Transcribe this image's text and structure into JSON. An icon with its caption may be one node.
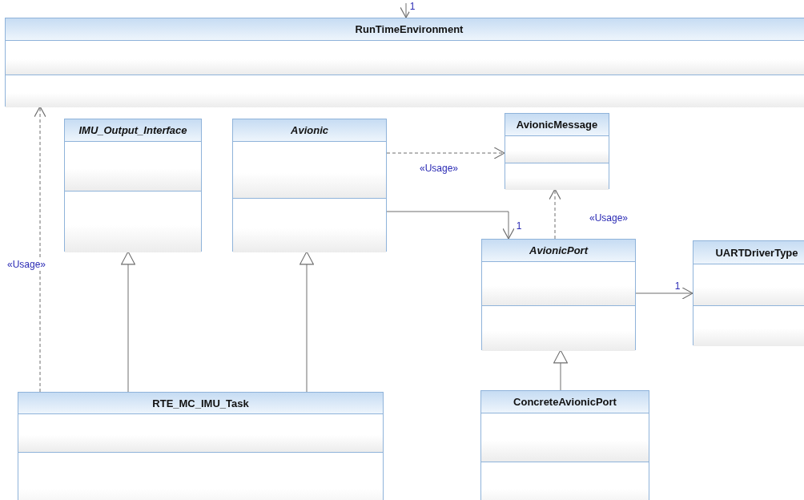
{
  "diagram": {
    "nodes": [
      {
        "text": [
          "RunTimeEnvironment"
        ]
      },
      {
        "text": [
          "IMU_Output_Interface"
        ]
      },
      {
        "text": [
          "Avionic"
        ]
      },
      {
        "text": [
          "AvionicMessage"
        ]
      },
      {
        "text": [
          "AvionicPort"
        ]
      },
      {
        "text": [
          "UARTDriverType"
        ]
      },
      {
        "text": [
          "RTE_MC_IMU_Task"
        ]
      },
      {
        "text": [
          "ConcreteAvionicPort"
        ]
      }
    ],
    "edges": [
      {
        "from": null,
        "to": 0,
        "arrow": "to",
        "label": "1"
      },
      {
        "from": 6,
        "to": 0,
        "arrow": "to",
        "label": "«Usage»",
        "style": "dashed"
      },
      {
        "from": 6,
        "to": 1,
        "arrow": "to"
      },
      {
        "from": 6,
        "to": 2,
        "arrow": "to"
      },
      {
        "from": 2,
        "to": 3,
        "arrow": "to",
        "label": "«Usage»",
        "style": "dashed"
      },
      {
        "from": 2,
        "to": 4,
        "arrow": "to",
        "label": "1"
      },
      {
        "from": 4,
        "to": 3,
        "arrow": "to",
        "label": "«Usage»",
        "style": "dashed"
      },
      {
        "from": 4,
        "to": 5,
        "arrow": "to",
        "label": "1"
      },
      {
        "from": 7,
        "to": 4,
        "arrow": "to"
      }
    ]
  }
}
